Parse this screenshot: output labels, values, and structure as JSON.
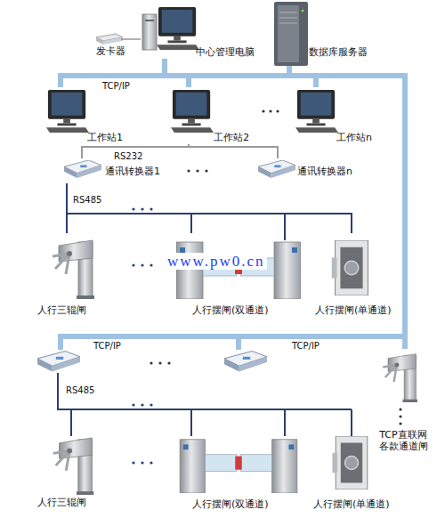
{
  "diagram": {
    "nodes": [
      {
        "text": [
          "发卡器"
        ]
      },
      {
        "text": [
          "中心管理电脑"
        ]
      },
      {
        "text": [
          "数据库服务器"
        ]
      },
      {
        "text": [
          "工作站1"
        ]
      },
      {
        "text": [
          "工作站2"
        ]
      },
      {
        "text": [
          "工作站n"
        ]
      },
      {
        "text": [
          "通讯转换器1"
        ]
      },
      {
        "text": [
          "通讯转换器n"
        ]
      },
      {
        "text": [
          "人行三辊闸"
        ]
      },
      {
        "text": [
          "人行摆闸(双通道)"
        ]
      },
      {
        "text": [
          "人行摆闸(单通道)"
        ]
      },
      {
        "text": [
          "人行三辊闸"
        ]
      },
      {
        "text": [
          "人行摆闸(双通道)"
        ]
      },
      {
        "text": [
          "人行摆闸(单通道)"
        ]
      },
      {
        "text": [
          "TCP直联网 各款通道闸"
        ]
      }
    ],
    "edges": [
      {
        "from": 0,
        "to": 1,
        "arrow": "none"
      },
      {
        "from": 1,
        "to": 2,
        "arrow": "none"
      },
      {
        "from": 1,
        "to": 3,
        "arrow": "none"
      },
      {
        "from": 1,
        "to": 4,
        "arrow": "none"
      },
      {
        "from": 1,
        "to": 5,
        "arrow": "none"
      },
      {
        "from": 4,
        "to": 6,
        "arrow": "none"
      },
      {
        "from": 4,
        "to": 7,
        "arrow": "none"
      },
      {
        "from": 6,
        "to": 8,
        "arrow": "none"
      },
      {
        "from": 6,
        "to": 9,
        "arrow": "none"
      },
      {
        "from": 6,
        "to": 10,
        "arrow": "none"
      },
      {
        "from": 2,
        "to": 14,
        "arrow": "none"
      }
    ],
    "labels": [
      "TCP/IP",
      "RS232",
      "RS485",
      "www.pw0.cn",
      "TCP/IP",
      "TCP/IP",
      "RS485"
    ]
  }
}
